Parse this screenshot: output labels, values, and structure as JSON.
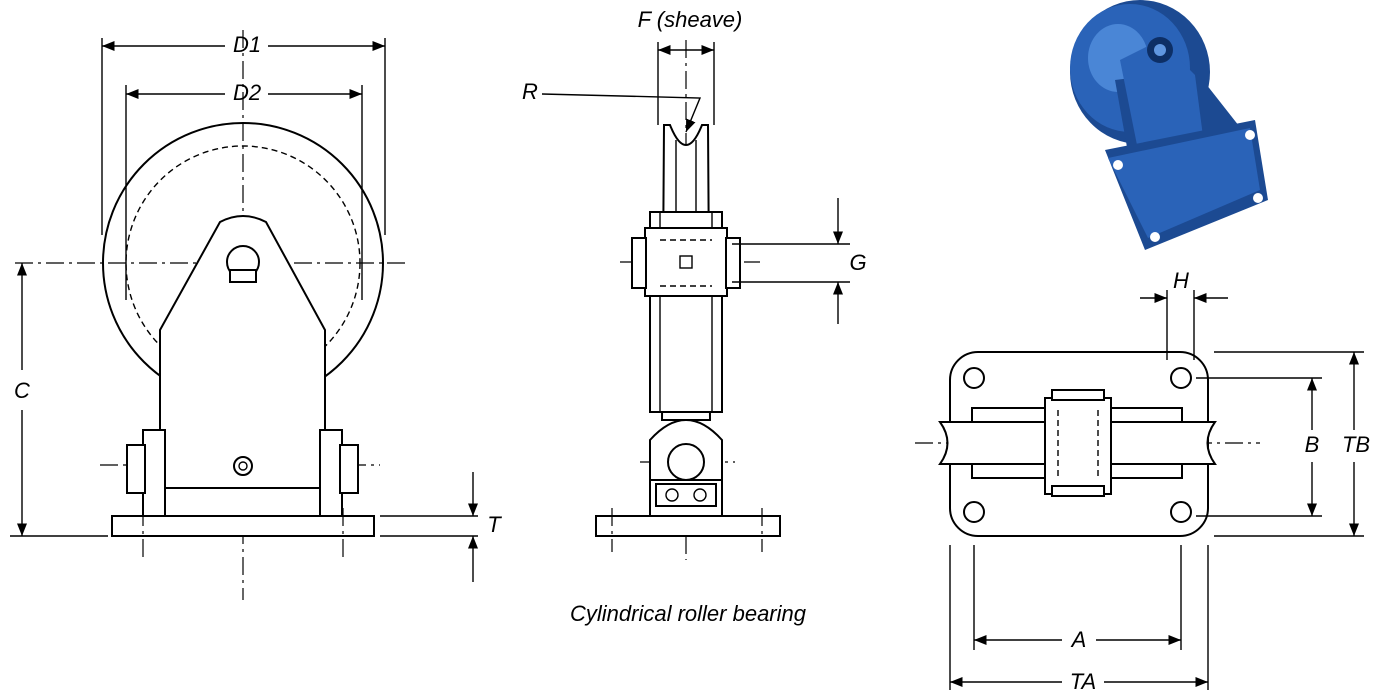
{
  "labels": {
    "d1": "D1",
    "d2": "D2",
    "c": "C",
    "t": "T",
    "f": "F (sheave)",
    "r": "R",
    "g": "G",
    "h": "H",
    "a": "A",
    "b": "B",
    "ta": "TA",
    "tb": "TB"
  },
  "caption": "Cylindrical roller bearing",
  "colors": {
    "photo_blue": "#2a63b8"
  }
}
